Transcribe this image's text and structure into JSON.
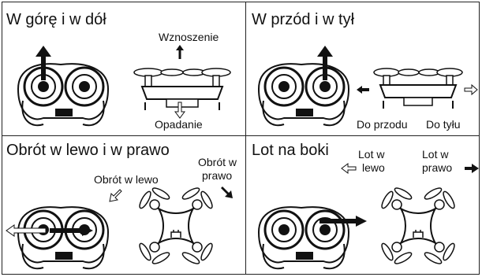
{
  "panels": {
    "up_down": {
      "title": "W górę i w dół",
      "label_up": "Wznoszenie",
      "label_down": "Opadanie"
    },
    "forward_back": {
      "title": "W przód i w tył",
      "label_forward": "Do przodu",
      "label_back": "Do tyłu"
    },
    "rotate": {
      "title": "Obrót w lewo i w prawo",
      "label_left": "Obrót w lewo",
      "label_right_line1": "Obrót w",
      "label_right_line2": "prawo"
    },
    "sideways": {
      "title": "Lot na boki",
      "label_left_line1": "Lot w",
      "label_left_line2": "lewo",
      "label_right_line1": "Lot w",
      "label_right_line2": "prawo"
    }
  },
  "icons": {
    "controller": "controller-icon",
    "drone_side": "drone-side-icon",
    "drone_top": "drone-top-icon",
    "arrow": "arrow-icon"
  }
}
